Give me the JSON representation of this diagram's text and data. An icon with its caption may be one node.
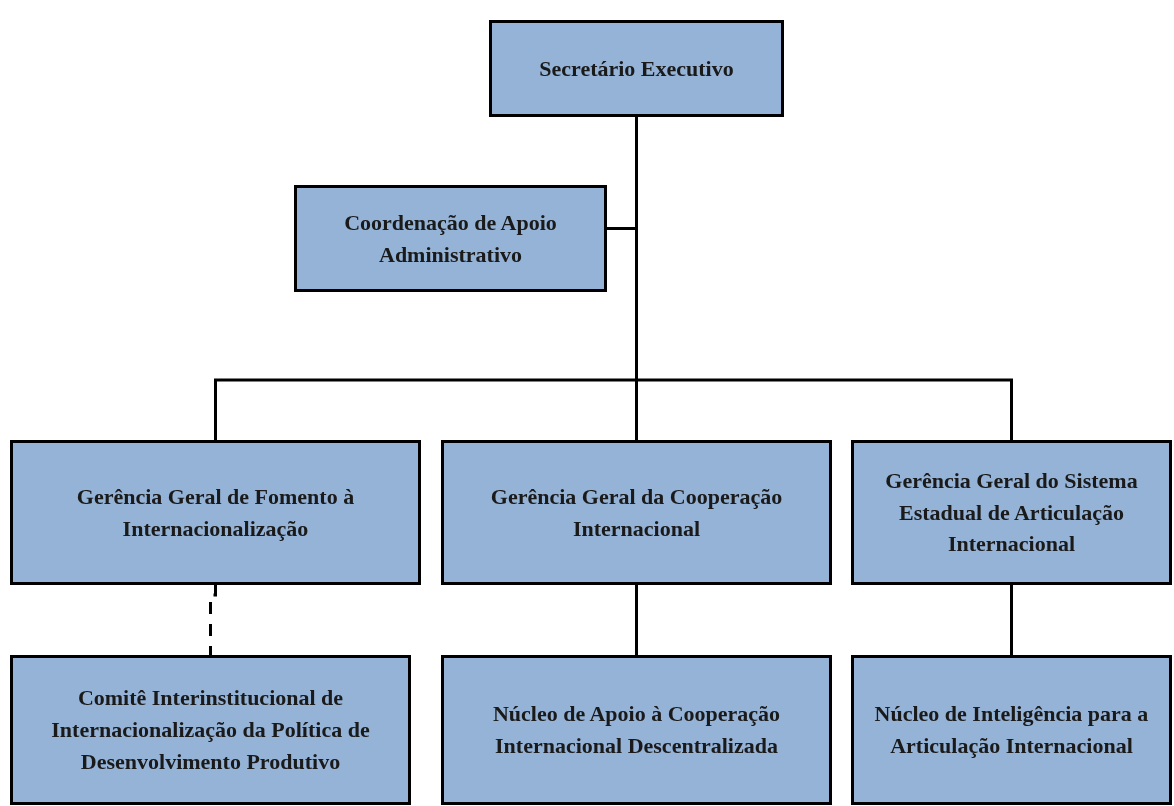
{
  "diagram": {
    "nodes": [
      {
        "text": [
          "Secretário Executivo"
        ]
      },
      {
        "text": [
          "Coordenação de Apoio Administrativo"
        ]
      },
      {
        "text": [
          "Gerência Geral de Fomento à Internacionalização"
        ]
      },
      {
        "text": [
          "Gerência Geral da Cooperação Internacional"
        ]
      },
      {
        "text": [
          "Gerência Geral do Sistema Estadual de Articulação Internacional"
        ]
      },
      {
        "text": [
          "Comitê Interinstitucional de Internacionalização da Política de Desenvolvimento Produtivo"
        ]
      },
      {
        "text": [
          "Núcleo de Apoio à Cooperação Internacional Descentralizada"
        ]
      },
      {
        "text": [
          "Núcleo de Inteligência para a Articulação Internacional"
        ]
      }
    ],
    "edges": [
      {
        "from": 0,
        "to": 1,
        "arrow": "none"
      },
      {
        "from": 0,
        "to": 2,
        "arrow": "none"
      },
      {
        "from": 0,
        "to": 3,
        "arrow": "none"
      },
      {
        "from": 0,
        "to": 4,
        "arrow": "none"
      },
      {
        "from": 2,
        "to": 5,
        "arrow": "none",
        "style": "dashed"
      },
      {
        "from": 3,
        "to": 6,
        "arrow": "none"
      },
      {
        "from": 4,
        "to": 7,
        "arrow": "none"
      }
    ]
  }
}
